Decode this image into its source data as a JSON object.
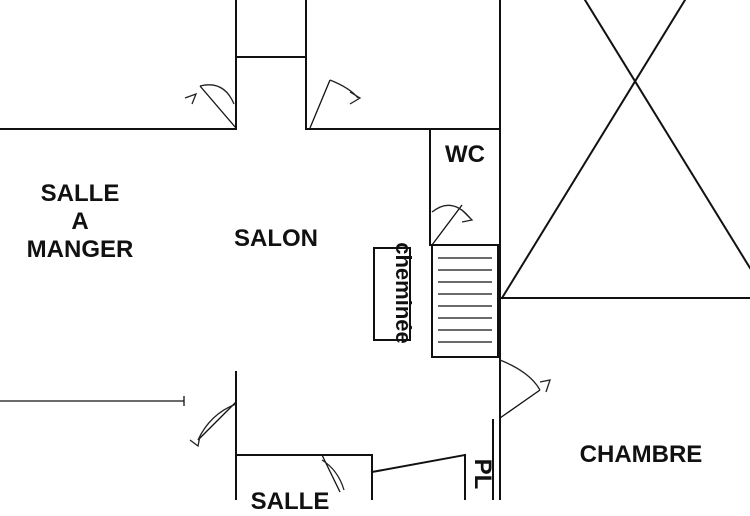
{
  "rooms": {
    "salle_a_manger": "SALLE\nA\nMANGER",
    "salon": "SALON",
    "wc": "WC",
    "cheminee": "cheminée",
    "chambre": "CHAMBRE",
    "salle_bottom": "SALLE",
    "placard": "PL"
  }
}
